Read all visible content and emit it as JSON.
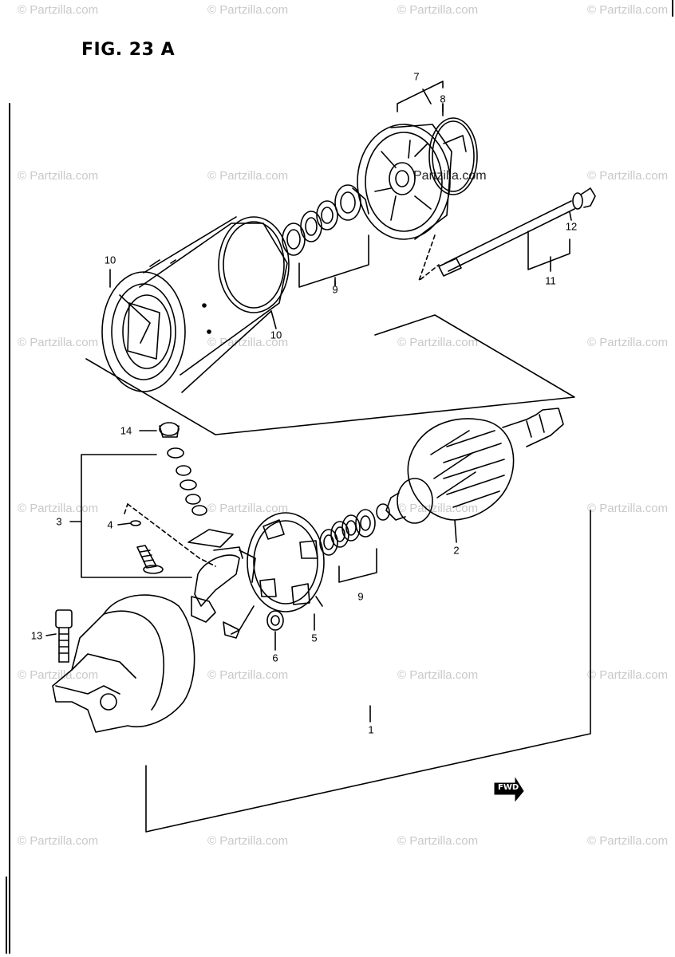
{
  "figure": {
    "title": "FIG. 23 A"
  },
  "watermarks": {
    "text": "© Partzilla.com",
    "inline_text": "Partzilla.com"
  },
  "callouts": {
    "c1": "1",
    "c2": "2",
    "c3": "3",
    "c4": "4",
    "c5": "5",
    "c6": "6",
    "c7": "7",
    "c8": "8",
    "c9a": "9",
    "c9b": "9",
    "c10a": "10",
    "c10b": "10",
    "c11": "11",
    "c12": "12",
    "c13": "13",
    "c14": "14"
  },
  "fwd_marker": {
    "label": "FWD"
  }
}
